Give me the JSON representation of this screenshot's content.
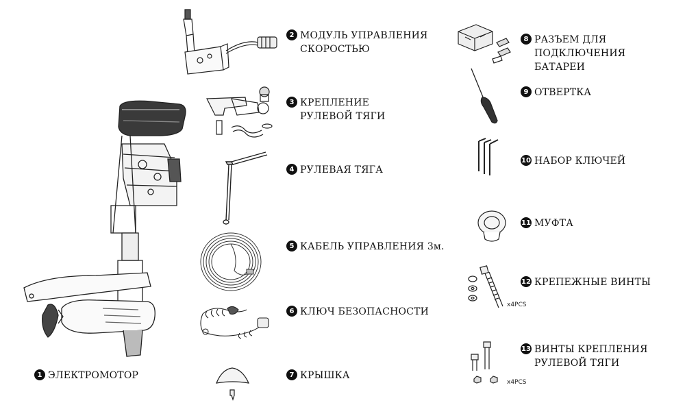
{
  "items": [
    {
      "num": "1",
      "label": "ЭЛЕКТРОМОТОР",
      "icon": "electric-motor-icon"
    },
    {
      "num": "2",
      "label": "МОДУЛЬ УПРАВЛЕНИЯ СКОРОСТЬЮ",
      "icon": "speed-control-module-icon"
    },
    {
      "num": "3",
      "label": "КРЕПЛЕНИЕ РУЛЕВОЙ ТЯГИ",
      "icon": "steering-rod-mount-icon"
    },
    {
      "num": "4",
      "label": "РУЛЕВАЯ ТЯГА",
      "icon": "steering-rod-icon"
    },
    {
      "num": "5",
      "label": "КАБЕЛЬ УПРАВЛЕНИЯ 3м.",
      "icon": "control-cable-icon"
    },
    {
      "num": "6",
      "label": "КЛЮЧ БЕЗОПАСНОСТИ",
      "icon": "safety-key-icon"
    },
    {
      "num": "7",
      "label": "КРЫШКА",
      "icon": "cap-icon"
    },
    {
      "num": "8",
      "label": "РАЗЪЕМ ДЛЯ ПОДКЛЮЧЕНИЯ БАТАРЕИ",
      "icon": "battery-connector-icon"
    },
    {
      "num": "9",
      "label": "ОТВЕРТКА",
      "icon": "screwdriver-icon"
    },
    {
      "num": "10",
      "label": "НАБОР КЛЮЧЕЙ",
      "icon": "hex-key-set-icon"
    },
    {
      "num": "11",
      "label": "МУФТА",
      "icon": "coupling-icon"
    },
    {
      "num": "12",
      "label": "КРЕПЕЖНЫЕ ВИНТЫ",
      "icon": "mounting-screws-icon"
    },
    {
      "num": "13",
      "label": "ВИНТЫ КРЕПЛЕНИЯ РУЛЕВОЙ ТЯГИ",
      "icon": "steering-rod-screws-icon"
    }
  ],
  "qty_12": "x4PCS",
  "qty_13": "x4PCS"
}
